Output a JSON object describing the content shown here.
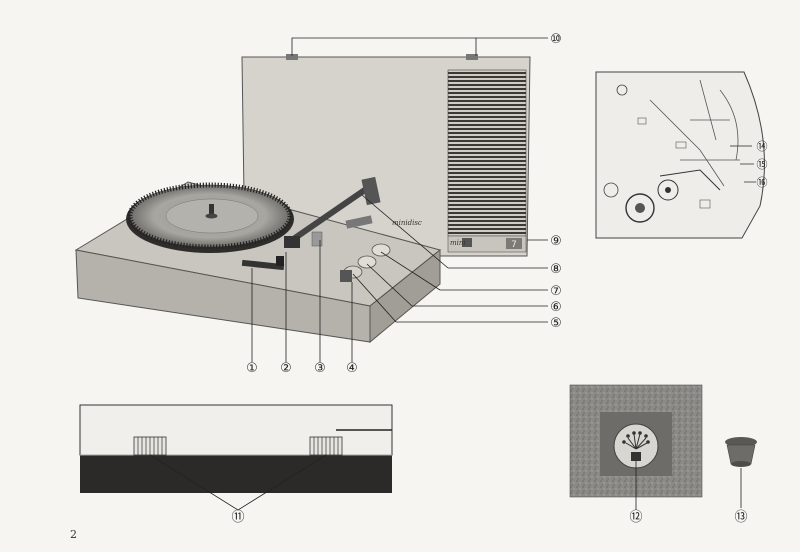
{
  "page_number": "2",
  "brand_script": "minidisc",
  "brand_small": "mini",
  "speaker_number": "7",
  "callouts": [
    "①",
    "②",
    "③",
    "④",
    "⑤",
    "⑥",
    "⑦",
    "⑧",
    "⑨",
    "⑩",
    "⑪",
    "⑫",
    "⑬"
  ],
  "underside_callouts": [
    "⑭",
    "⑮",
    "⑯"
  ],
  "colors": {
    "ink": "#222222",
    "paper": "#f6f5f2",
    "case": "#cfccc5",
    "dark": "#2b2a28"
  }
}
